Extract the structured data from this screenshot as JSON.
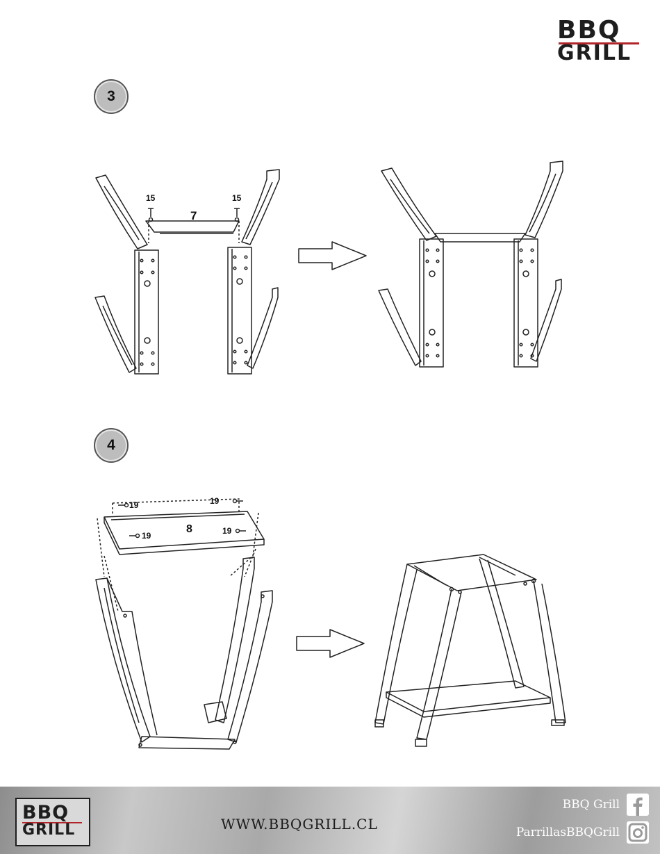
{
  "brand": {
    "logo_line1": "BBQ",
    "logo_line2": "GRILL",
    "accent_color": "#b0262a"
  },
  "steps": [
    {
      "number": "3",
      "part_labels": [
        "15",
        "15",
        "7"
      ]
    },
    {
      "number": "4",
      "part_labels": [
        "19",
        "19",
        "19",
        "19",
        "8"
      ]
    }
  ],
  "footer": {
    "url": "WWW.BBQGRILL.CL",
    "facebook_label": "BBQ Grill",
    "facebook_icon": "facebook-icon",
    "instagram_label": "ParrillasBBQGrill",
    "instagram_icon": "instagram-icon"
  }
}
